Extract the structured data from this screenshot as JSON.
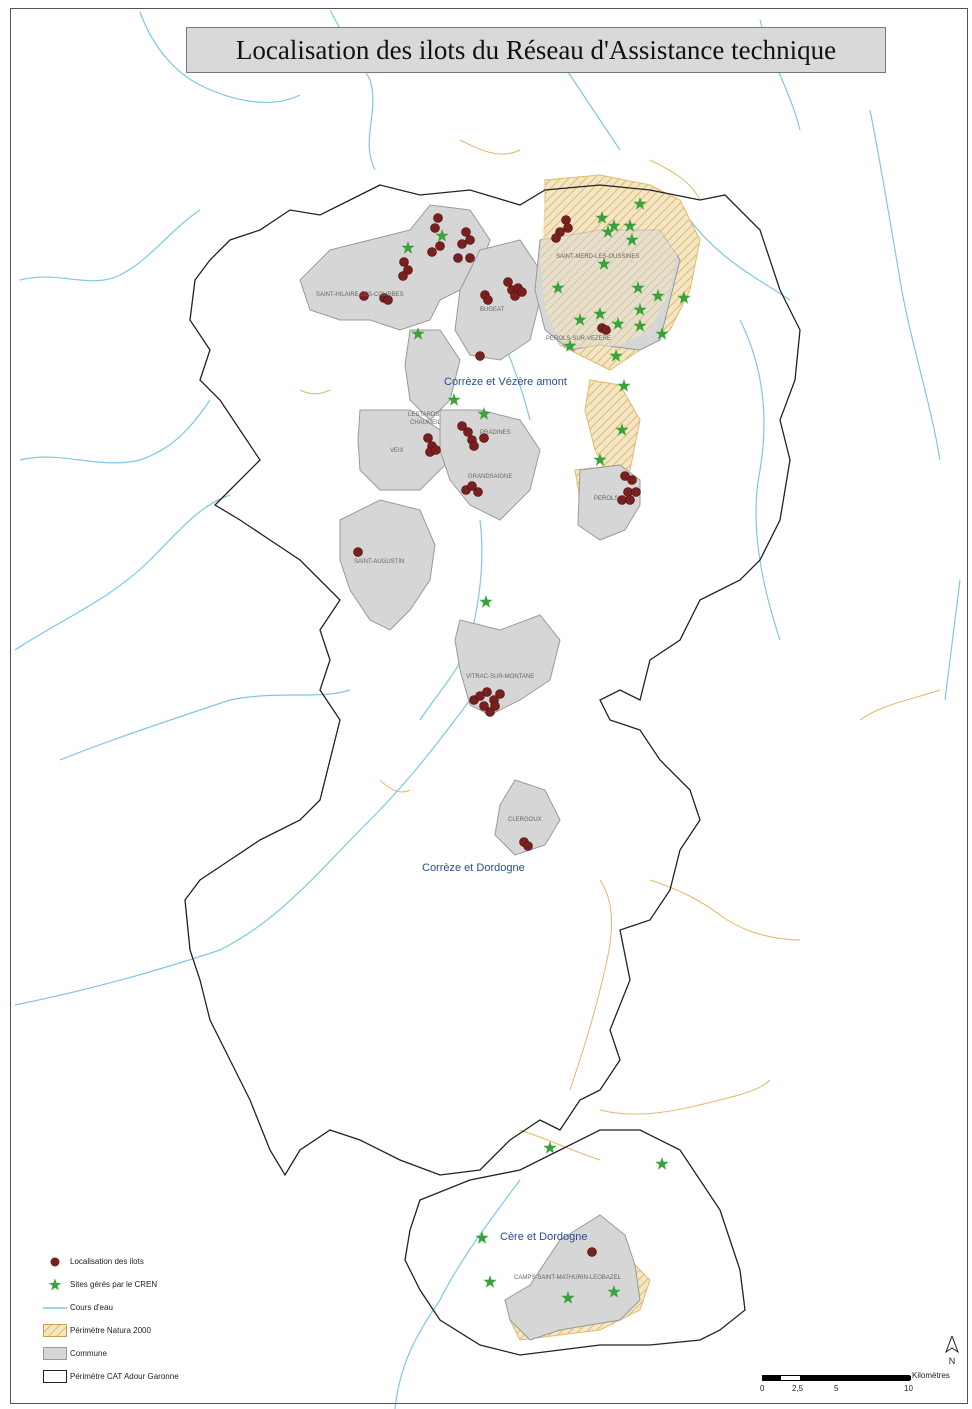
{
  "title": "Localisation des ilots du Réseau d'Assistance technique",
  "regions": [
    {
      "label": "Corrèze et Vézère amont"
    },
    {
      "label": "Corrèze et Dordogne"
    },
    {
      "label": "Cère et Dordogne"
    }
  ],
  "communes": [
    "SAINT-HILAIRE-LES-COURBES",
    "BUGEAT",
    "SAINT-MERD-LES-OUSSINES",
    "PEROLS-SUR-VEZERE",
    "LESTARDS",
    "VEIX",
    "CHAUMEIL",
    "PRADINES",
    "GRANDSAIGNE",
    "SAINT-AUGUSTIN",
    "PEROLS",
    "VITRAC-SUR-MONTANE",
    "CLERGOUX",
    "CAMPS-SAINT-MATHURIN-LEOBAZEL"
  ],
  "legend": {
    "ilots": "Localisation des ilots",
    "sites": "Sites gérés par le CREN",
    "rivers": "Cours d'eau",
    "natura": "Périmètre Natura 2000",
    "commune": "Commune",
    "cat": "Périmètre CAT Adour Garonne"
  },
  "scale": {
    "ticks": [
      "0",
      "2,5",
      "5",
      "10"
    ],
    "unit": "Kilomètres"
  },
  "north": "N",
  "colors": {
    "ilot": "#7a1f1f",
    "site": "#3aa23a",
    "river": "#7ec8e3",
    "natura": "#e2b968",
    "commune": "#d6d6d6",
    "cat_outline": "#222222",
    "region_label": "#2a4d8f"
  }
}
